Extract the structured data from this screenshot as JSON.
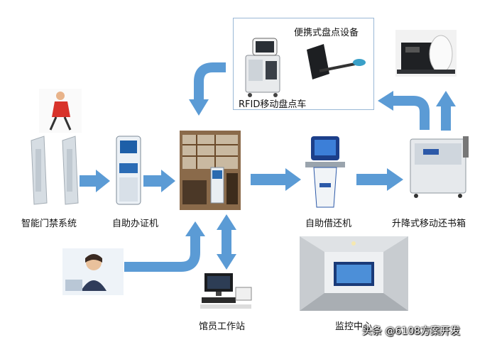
{
  "colors": {
    "arrow": "#5b9bd5",
    "box_border": "#9ab8d6"
  },
  "nodes": {
    "gate": "智能门禁系统",
    "card_kiosk": "自助办证机",
    "borrow_return": "自助借还机",
    "lift_bookcase": "升降式移动还书箱",
    "workstation": "馆员工作站",
    "monitor_center": "监控中心",
    "handheld": "便携式盘点设备",
    "rfid_cart": "RFID移动盘点车"
  },
  "watermark": "头条 @6108方案开发",
  "icons": [
    "person-walking-icon",
    "security-gate-icon",
    "kiosk-icon",
    "library-shelves-photo",
    "self-service-terminal-icon",
    "return-bookcase-icon",
    "printer-icon",
    "rfid-cart-icon",
    "handheld-scanner-icon",
    "librarian-photo",
    "workstation-pc-icon",
    "monitor-room-photo"
  ]
}
